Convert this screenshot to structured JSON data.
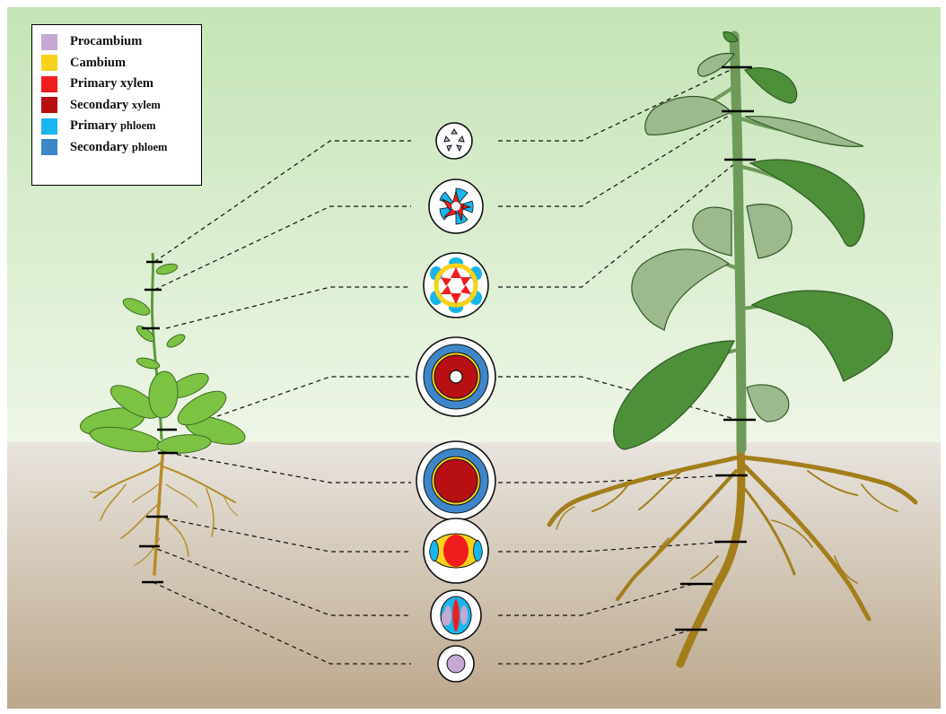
{
  "legend": {
    "items": [
      {
        "name": "procambium",
        "label_main": "Procambium",
        "label_small": "",
        "color": "#c6a9d2"
      },
      {
        "name": "cambium",
        "label_main": "Cambium",
        "label_small": "",
        "color": "#f7d11a"
      },
      {
        "name": "primary-xylem",
        "label_main": "Primary xylem",
        "label_small": "",
        "color": "#f01d1d"
      },
      {
        "name": "secondary-xylem",
        "label_main": "Secondary ",
        "label_small": "xylem",
        "color": "#b70f12"
      },
      {
        "name": "primary-phloem",
        "label_main": "Primary ",
        "label_small": "phloem",
        "color": "#17b6ee"
      },
      {
        "name": "secondary-phloem",
        "label_main": "Secondary ",
        "label_small": "phloem",
        "color": "#3d86c9"
      }
    ]
  },
  "colors": {
    "sky_top": "#c4e4b6",
    "sky_bottom": "#ecf5e4",
    "soil_top": "#e6e2dc",
    "soil_bottom": "#bba78b",
    "leaf_light": "#7cc243",
    "leaf_dark": "#4e8f3a",
    "leaf_pale": "#9db98e",
    "stem": "#6e9a5a",
    "root": "#a37e1a"
  },
  "sections": [
    {
      "name": "young-procambium"
    },
    {
      "name": "primary-ring-small"
    },
    {
      "name": "primary-ring-cambium"
    },
    {
      "name": "secondary-pith"
    },
    {
      "name": "secondary-solid"
    },
    {
      "name": "root-young-secondary"
    },
    {
      "name": "root-diarch"
    },
    {
      "name": "root-procambium"
    }
  ]
}
